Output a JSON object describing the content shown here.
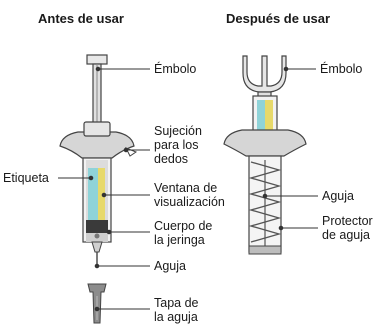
{
  "titles": {
    "before": "Antes de usar",
    "after": "Después de usar"
  },
  "labels": {
    "plunger_left": "Émbolo",
    "finger_grip_l1": "Sujeción",
    "finger_grip_l2": "para los",
    "finger_grip_l3": "dedos",
    "label": "Etiqueta",
    "window_l1": "Ventana de",
    "window_l2": "visualización",
    "barrel_l1": "Cuerpo de",
    "barrel_l2": "la jeringa",
    "needle_left": "Aguja",
    "cap_l1": "Tapa de",
    "cap_l2": "la aguja",
    "plunger_right": "Émbolo",
    "needle_right": "Aguja",
    "guard_l1": "Protector",
    "guard_l2": "de aguja"
  },
  "colors": {
    "line": "#333333",
    "body_gray": "#c9c9c9",
    "dark_gray": "#5a5a5a",
    "medicine_teal": "#8fd3d8",
    "label_yellow": "#e7d96a"
  }
}
